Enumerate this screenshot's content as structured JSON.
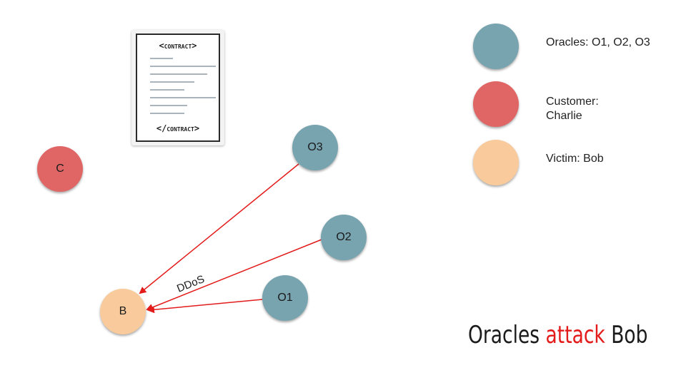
{
  "contract": {
    "open_tag": "<contract>",
    "close_tag": "</contract>"
  },
  "nodes": {
    "o1": {
      "label": "O1"
    },
    "o2": {
      "label": "O2"
    },
    "o3": {
      "label": "O3"
    },
    "b": {
      "label": "B"
    },
    "c": {
      "label": "C"
    }
  },
  "edge_label": "DDoS",
  "legend": [
    {
      "label": "Oracles: O1, O2, O3",
      "color": "#78a4b0"
    },
    {
      "label": "Customer: Charlie",
      "color": "#e06666"
    },
    {
      "label": "Victim: Bob",
      "color": "#f9cb9c"
    }
  ],
  "title": {
    "part1": "Oracles",
    "accent": "attack",
    "part2": "Bob"
  },
  "colors": {
    "oracle": "#78a4b0",
    "customer": "#e06666",
    "victim": "#f9cb9c",
    "arrow": "#e31b1b",
    "accent": "#e31b1b"
  }
}
